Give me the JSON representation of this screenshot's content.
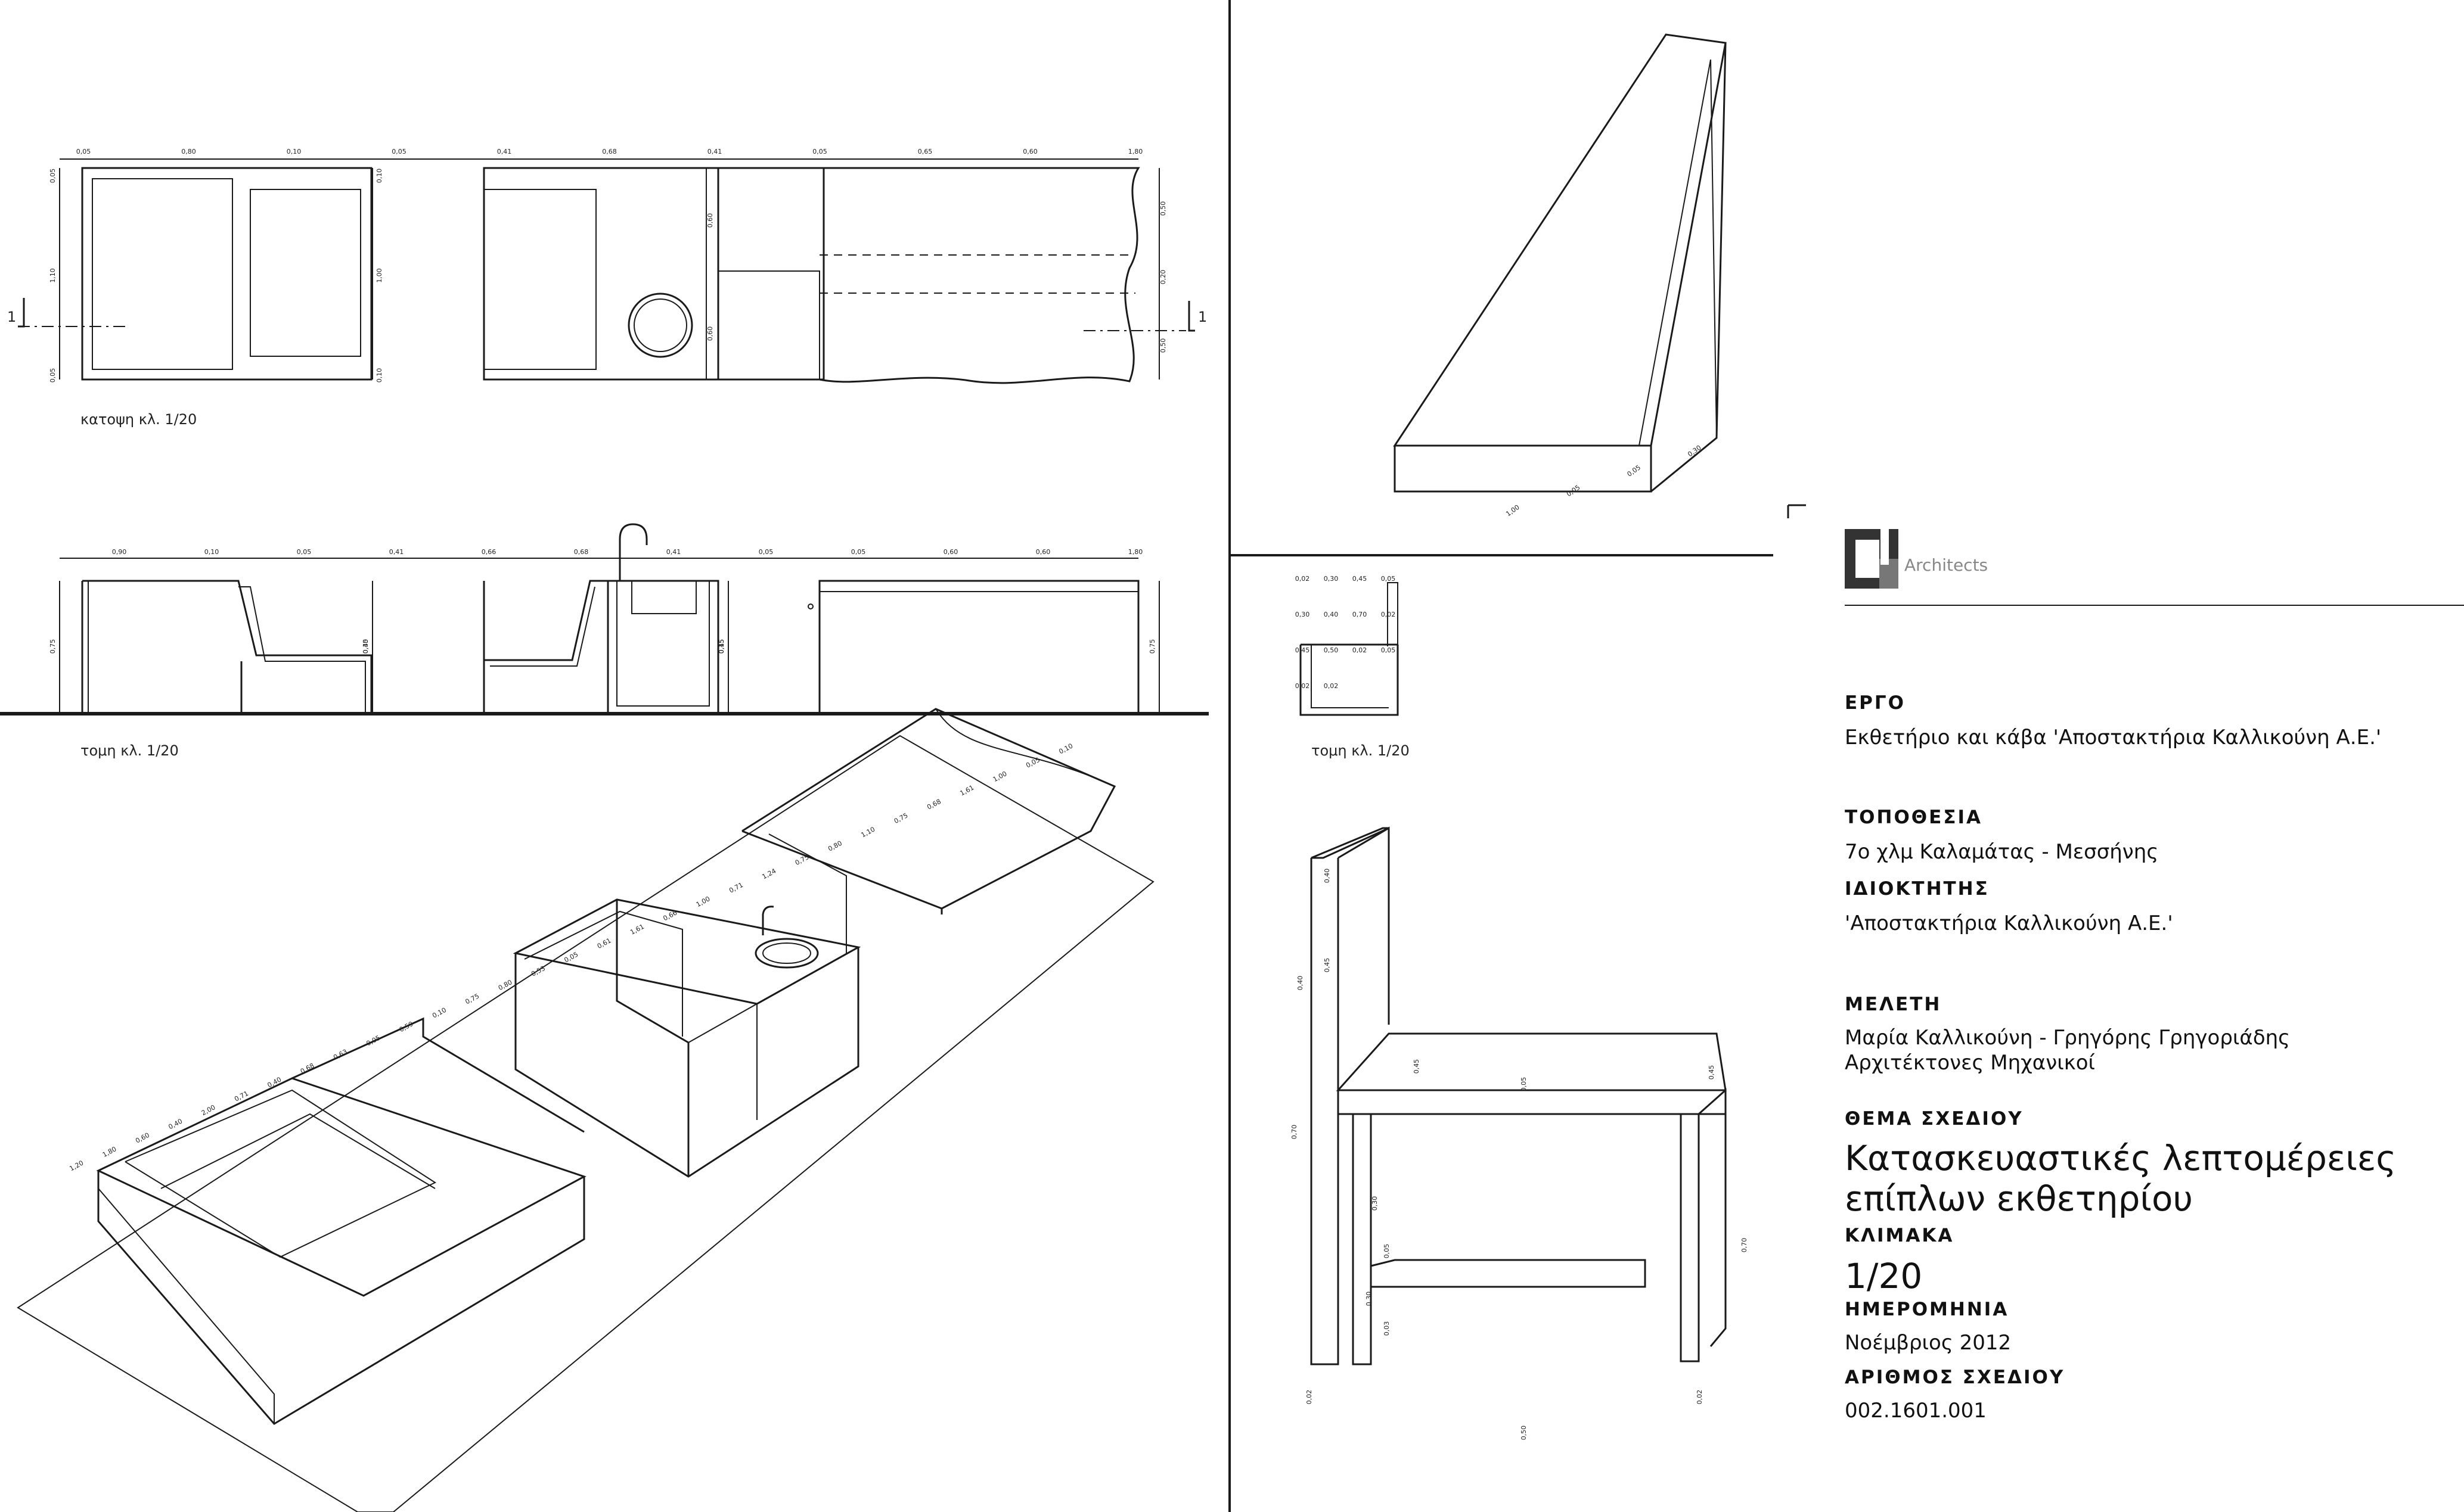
{
  "views": {
    "plan_label": "κατοψη κλ. 1/20",
    "section_label": "τομη κλ. 1/20",
    "chair_section_label": "τομη κλ. 1/20",
    "cut_mark": "1"
  },
  "brand": {
    "initials": "CK",
    "word": "Architects"
  },
  "title_block": {
    "project_h": "ΕΡΓΟ",
    "project": "Εκθετήριο και κάβα 'Αποστακτήρια Καλλικούνη Α.Ε.'",
    "location_h": "ΤΟΠΟΘΕΣΙΑ",
    "location": "7ο χλμ Καλαμάτας - Μεσσήνης",
    "owner_h": "ΙΔΙΟΚΤΗΤΗΣ",
    "owner": "'Αποστακτήρια Καλλικούνη Α.Ε.'",
    "study_h": "ΜΕΛΕΤΗ",
    "study_1": "Μαρία Καλλικούνη - Γρηγόρης Γρηγοριάδης",
    "study_2": "Αρχιτέκτονες Μηχανικοί",
    "subject_h": "ΘΕΜΑ ΣΧΕΔΙΟΥ",
    "subject_1": "Κατασκευαστικές λεπτομέρειες",
    "subject_2": "επίπλων εκθετηρίου",
    "scale_h": "ΚΛΙΜΑΚΑ",
    "scale": "1/20",
    "date_h": "ΗΜΕΡΟΜΗΝΙΑ",
    "date": "Νοέμβριος 2012",
    "number_h": "ΑΡΙΘΜΟΣ ΣΧΕΔΙΟΥ",
    "number": "002.1601.001"
  },
  "dims": {
    "plan_top": [
      "0,05",
      "0,80",
      "0,10",
      "0,05",
      "0,41",
      "0,68",
      "0,41",
      "0,05",
      "0,65",
      "0,60",
      "1,80"
    ],
    "plan_left": [
      "0,05",
      "1,10",
      "0,05"
    ],
    "plan_right": [
      "0,10",
      "1,00",
      "0,10"
    ],
    "plan_mid": [
      "0,60",
      "0,60"
    ],
    "plan_end": [
      "0,50",
      "0,20",
      "0,50"
    ],
    "sec_top": [
      "0,90",
      "0,10",
      "0,05",
      "0,41",
      "0,66",
      "0,68",
      "0,41",
      "0,05",
      "0,05",
      "0,60",
      "0,60",
      "1,80"
    ],
    "sec_side": [
      "0,75",
      "0,45",
      "0,30",
      "0,45",
      "0,15",
      "0,15",
      "0,75"
    ],
    "iso": [
      "1,20",
      "1,80",
      "0,60",
      "0,40",
      "2,00",
      "0,71",
      "0,40",
      "0,68",
      "0,63",
      "0,05",
      "0,59",
      "0,10",
      "0,75",
      "0,80",
      "0,53",
      "0,05",
      "0,61",
      "1,61",
      "0,66",
      "1,00",
      "0,71",
      "1,24",
      "0,75",
      "0,80",
      "1,10",
      "0,75",
      "0,68",
      "1,61",
      "1,00",
      "0,05",
      "0,10"
    ],
    "shelf": [
      "1,00",
      "0,05",
      "0,05",
      "0,30"
    ],
    "chair_sec": [
      "0,02",
      "0,30",
      "0,45",
      "0,05",
      "0,30",
      "0,40",
      "0,70",
      "0,02",
      "0,45",
      "0,50",
      "0,02",
      "0,05",
      "0,02",
      "0,02"
    ],
    "chair_iso": [
      "0,40",
      "0,45",
      "0,45",
      "0,05",
      "0,45",
      "0,70",
      "0,40",
      "0,30",
      "0,05",
      "0,30",
      "0,03",
      "0,02",
      "0,02",
      "0,50",
      "0,70"
    ]
  }
}
